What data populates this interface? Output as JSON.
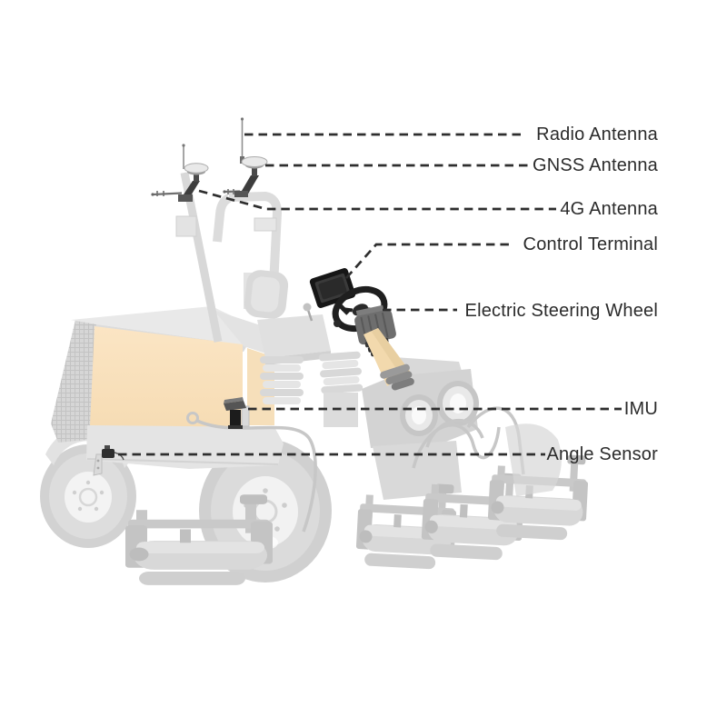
{
  "diagram": {
    "subject": "autonomous-reel-mower-component-callouts",
    "colors": {
      "background": "#ffffff",
      "label_text": "#2b2b2b",
      "leader_line": "#2e2e2e",
      "body_ghost": "#dedede",
      "panel_tan": "#f9e2c0",
      "component_dark": "#1f1f1f"
    },
    "labels": [
      {
        "id": "radio-antenna",
        "text": "Radio Antenna"
      },
      {
        "id": "gnss-antenna",
        "text": "GNSS Antenna"
      },
      {
        "id": "4g-antenna",
        "text": "4G Antenna"
      },
      {
        "id": "control-terminal",
        "text": "Control Terminal"
      },
      {
        "id": "electric-steering-wheel",
        "text": "Electric Steering Wheel"
      },
      {
        "id": "imu",
        "text": "IMU"
      },
      {
        "id": "angle-sensor",
        "text": "Angle Sensor"
      }
    ]
  }
}
